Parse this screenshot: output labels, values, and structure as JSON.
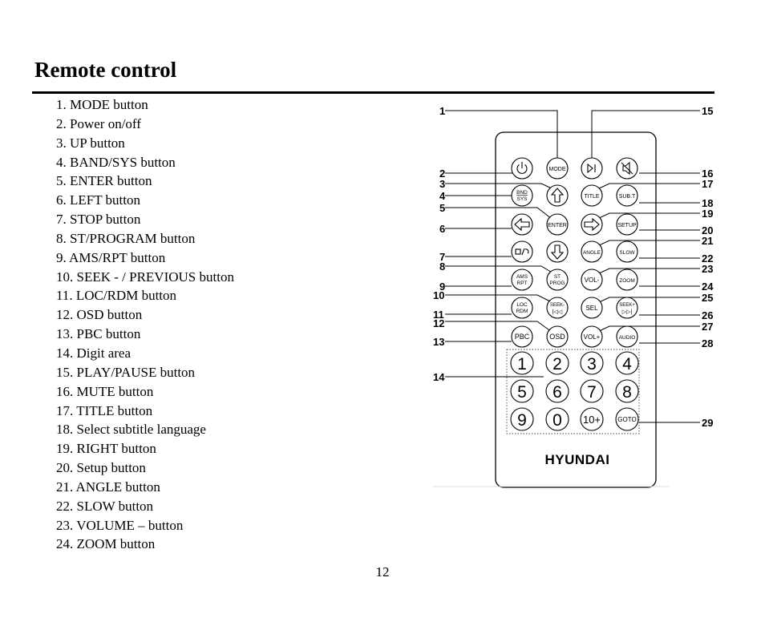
{
  "title": "Remote control",
  "page_number": "12",
  "items": [
    "1.  MODE button",
    "2.  Power on/off",
    "3.  UP button",
    "4.  BAND/SYS button",
    "5.  ENTER button",
    "6.  LEFT button",
    "7.  STOP button",
    "8.  ST/PROGRAM button",
    "9.  AMS/RPT button",
    "10. SEEK - / PREVIOUS button",
    "11. LOC/RDM button",
    "12. OSD button",
    "13. PBC button",
    "14. Digit area",
    "15. PLAY/PAUSE button",
    "16. MUTE button",
    "17. TITLE button",
    "18. Select subtitle language",
    "19. RIGHT button",
    "20. Setup button",
    "21. ANGLE button",
    "22. SLOW button",
    "23. VOLUME – button",
    "24. ZOOM button"
  ],
  "remote": {
    "brand": "HYUNDAI",
    "button_labels": {
      "mode": "MODE",
      "title": "TITLE",
      "subt": "SUB.T",
      "enter": "ENTER",
      "setup": "SETUP",
      "angle": "ANGLE",
      "slow": "SLOW",
      "vol_minus": "VOL-",
      "zoom": "ZOOM",
      "sel": "SEL",
      "pbc": "PBC",
      "osd": "OSD",
      "vol_plus": "VOL+",
      "audio": "AUDIO",
      "goto": "GOTO",
      "ten_plus": "10+",
      "bnd1": "BND",
      "bnd2": "SYS",
      "ams1": "AMS",
      "ams2": "RPT",
      "st1": "ST",
      "st2": "PROG",
      "loc1": "LOC",
      "loc2": "RDM",
      "seek_minus": "SEEK-",
      "seek_plus": "SEEK+"
    },
    "digits": [
      "1",
      "2",
      "3",
      "4",
      "5",
      "6",
      "7",
      "8",
      "9",
      "0"
    ],
    "callouts_left": [
      "1",
      "2",
      "3",
      "4",
      "5",
      "6",
      "7",
      "8",
      "9",
      "10",
      "11",
      "12",
      "13",
      "14"
    ],
    "callouts_right": [
      "15",
      "16",
      "17",
      "18",
      "19",
      "20",
      "21",
      "22",
      "23",
      "24",
      "25",
      "26",
      "27",
      "28",
      "29"
    ]
  }
}
